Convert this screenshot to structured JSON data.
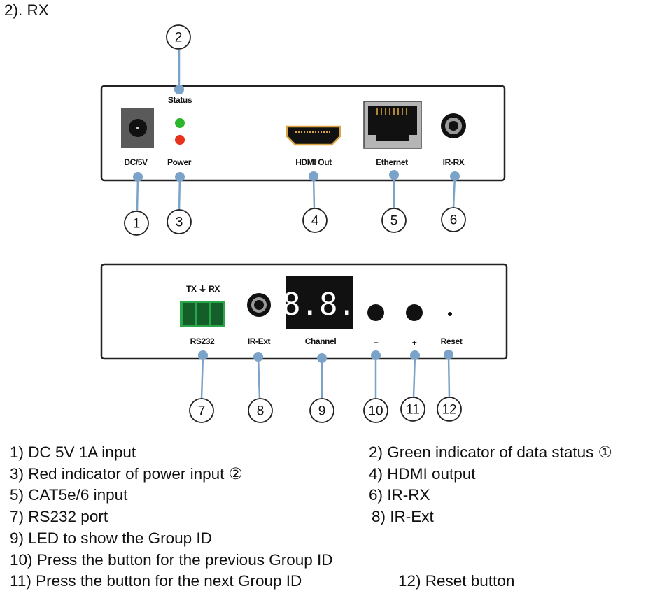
{
  "title": "2). RX",
  "panel_top": {
    "labels": {
      "status": "Status",
      "dc": "DC/5V",
      "power": "Power",
      "hdmi": "HDMI Out",
      "ethernet": "Ethernet",
      "irrx": "IR-RX"
    },
    "callouts": [
      "1",
      "2",
      "3",
      "4",
      "5",
      "6"
    ]
  },
  "panel_bottom": {
    "labels": {
      "txrx": "TX ⏚ RX",
      "rs232": "RS232",
      "irext": "IR-Ext",
      "channel": "Channel",
      "minus": "−",
      "plus": "+",
      "reset": "Reset"
    },
    "display": "8.8.",
    "callouts": [
      "7",
      "8",
      "9",
      "10",
      "11",
      "12"
    ]
  },
  "colors": {
    "callout_line": "#7ba3c9",
    "led_green": "#2db52d",
    "led_red": "#e8321e",
    "terminal": "#2aa54a",
    "hdmi_gold": "#d9a441"
  },
  "descriptions": [
    "1) DC 5V 1A input",
    "2) Green indicator of data status ①",
    "3) Red indicator of power input ②",
    "4) HDMI output",
    "5) CAT5e/6 input",
    "6) IR-RX",
    "7) RS232 port",
    "8) IR-Ext",
    "9) LED to show the Group ID",
    "10) Press the button for the previous Group ID",
    "11) Press the button for the next Group ID",
    "12) Reset button"
  ]
}
